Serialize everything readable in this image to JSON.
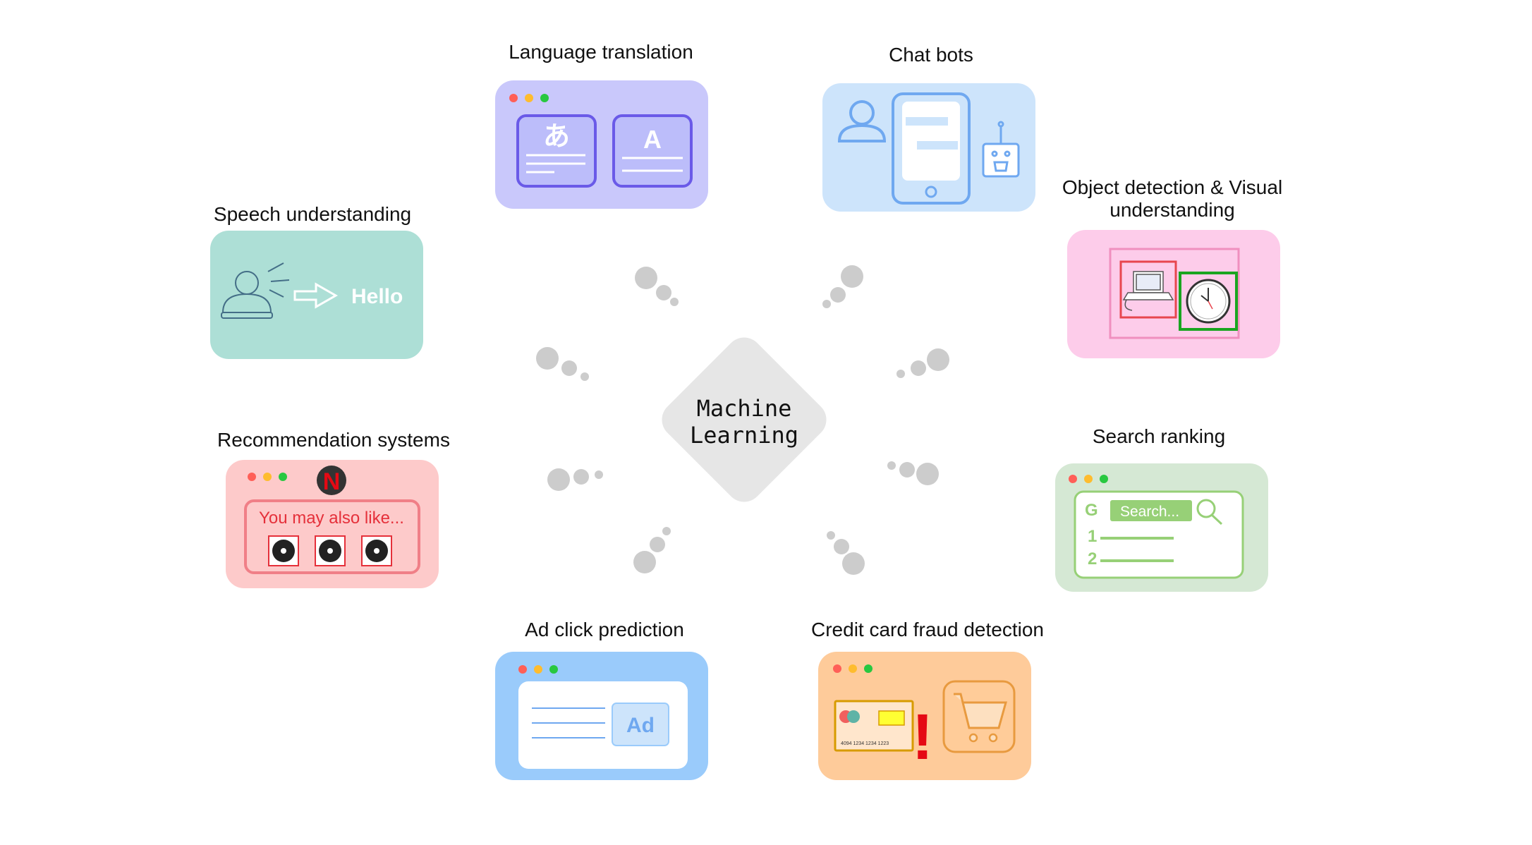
{
  "center": {
    "line1": "Machine",
    "line2": "Learning"
  },
  "labels": {
    "language_translation": "Language translation",
    "chat_bots": "Chat bots",
    "object_detection_line1": "Object detection & Visual",
    "object_detection_line2": "understanding",
    "speech_understanding": "Speech understanding",
    "recommendation_systems": "Recommendation systems",
    "search_ranking": "Search ranking",
    "ad_click_prediction": "Ad click prediction",
    "credit_card_fraud_detection": "Credit card fraud detection"
  },
  "cards": {
    "language_translation": {
      "source_glyph": "あ",
      "target_glyph": "A",
      "color": "#c9c8fb"
    },
    "chat_bots": {
      "color": "#cde4fb"
    },
    "object_detection": {
      "color": "#fdccea"
    },
    "speech": {
      "word": "Hello",
      "color": "#addfd6"
    },
    "recommendation": {
      "logo": "N",
      "prompt": "You may also like...",
      "color": "#fdcaca"
    },
    "search_ranking": {
      "logo": "G",
      "search_placeholder": "Search...",
      "rank1": "1",
      "rank2": "2",
      "color": "#d5e8d4"
    },
    "ad_click": {
      "badge": "Ad",
      "color": "#9acbfb"
    },
    "fraud": {
      "card_number": "4094 1234 1234 1223",
      "alert": "!",
      "color": "#fecb9a"
    }
  },
  "colors": {
    "dots": "#cccccc",
    "window_red": "#ff5f57",
    "window_yellow": "#febc2e",
    "window_green": "#28c840"
  }
}
